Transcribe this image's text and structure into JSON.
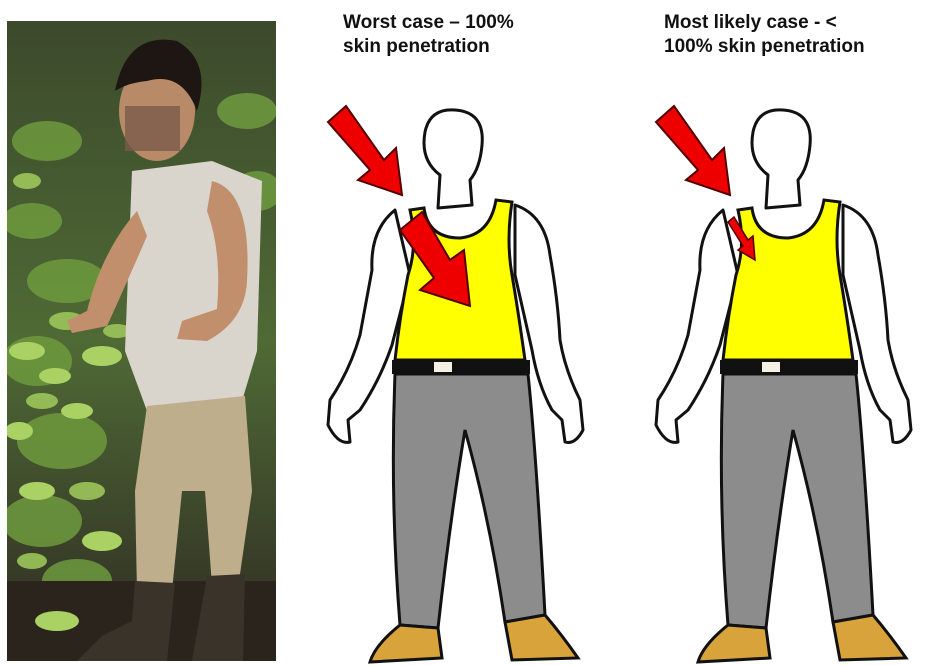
{
  "photo": {
    "description_icon": "worker-photo"
  },
  "panels": [
    {
      "id": "worst",
      "title": "Worst case – 100%\nskin penetration",
      "arrows": [
        "large-arrow-shoulder",
        "large-arrow-chest"
      ]
    },
    {
      "id": "likely",
      "title": "Most likely case - <\n100% skin penetration",
      "arrows": [
        "large-arrow-shoulder",
        "small-arrow-chest"
      ]
    }
  ],
  "colors": {
    "shirt": "#ffff00",
    "pants": "#8c8c8c",
    "boots": "#d8a33b",
    "belt": "#111111",
    "arrow": "#ee0000",
    "outline": "#111111"
  }
}
